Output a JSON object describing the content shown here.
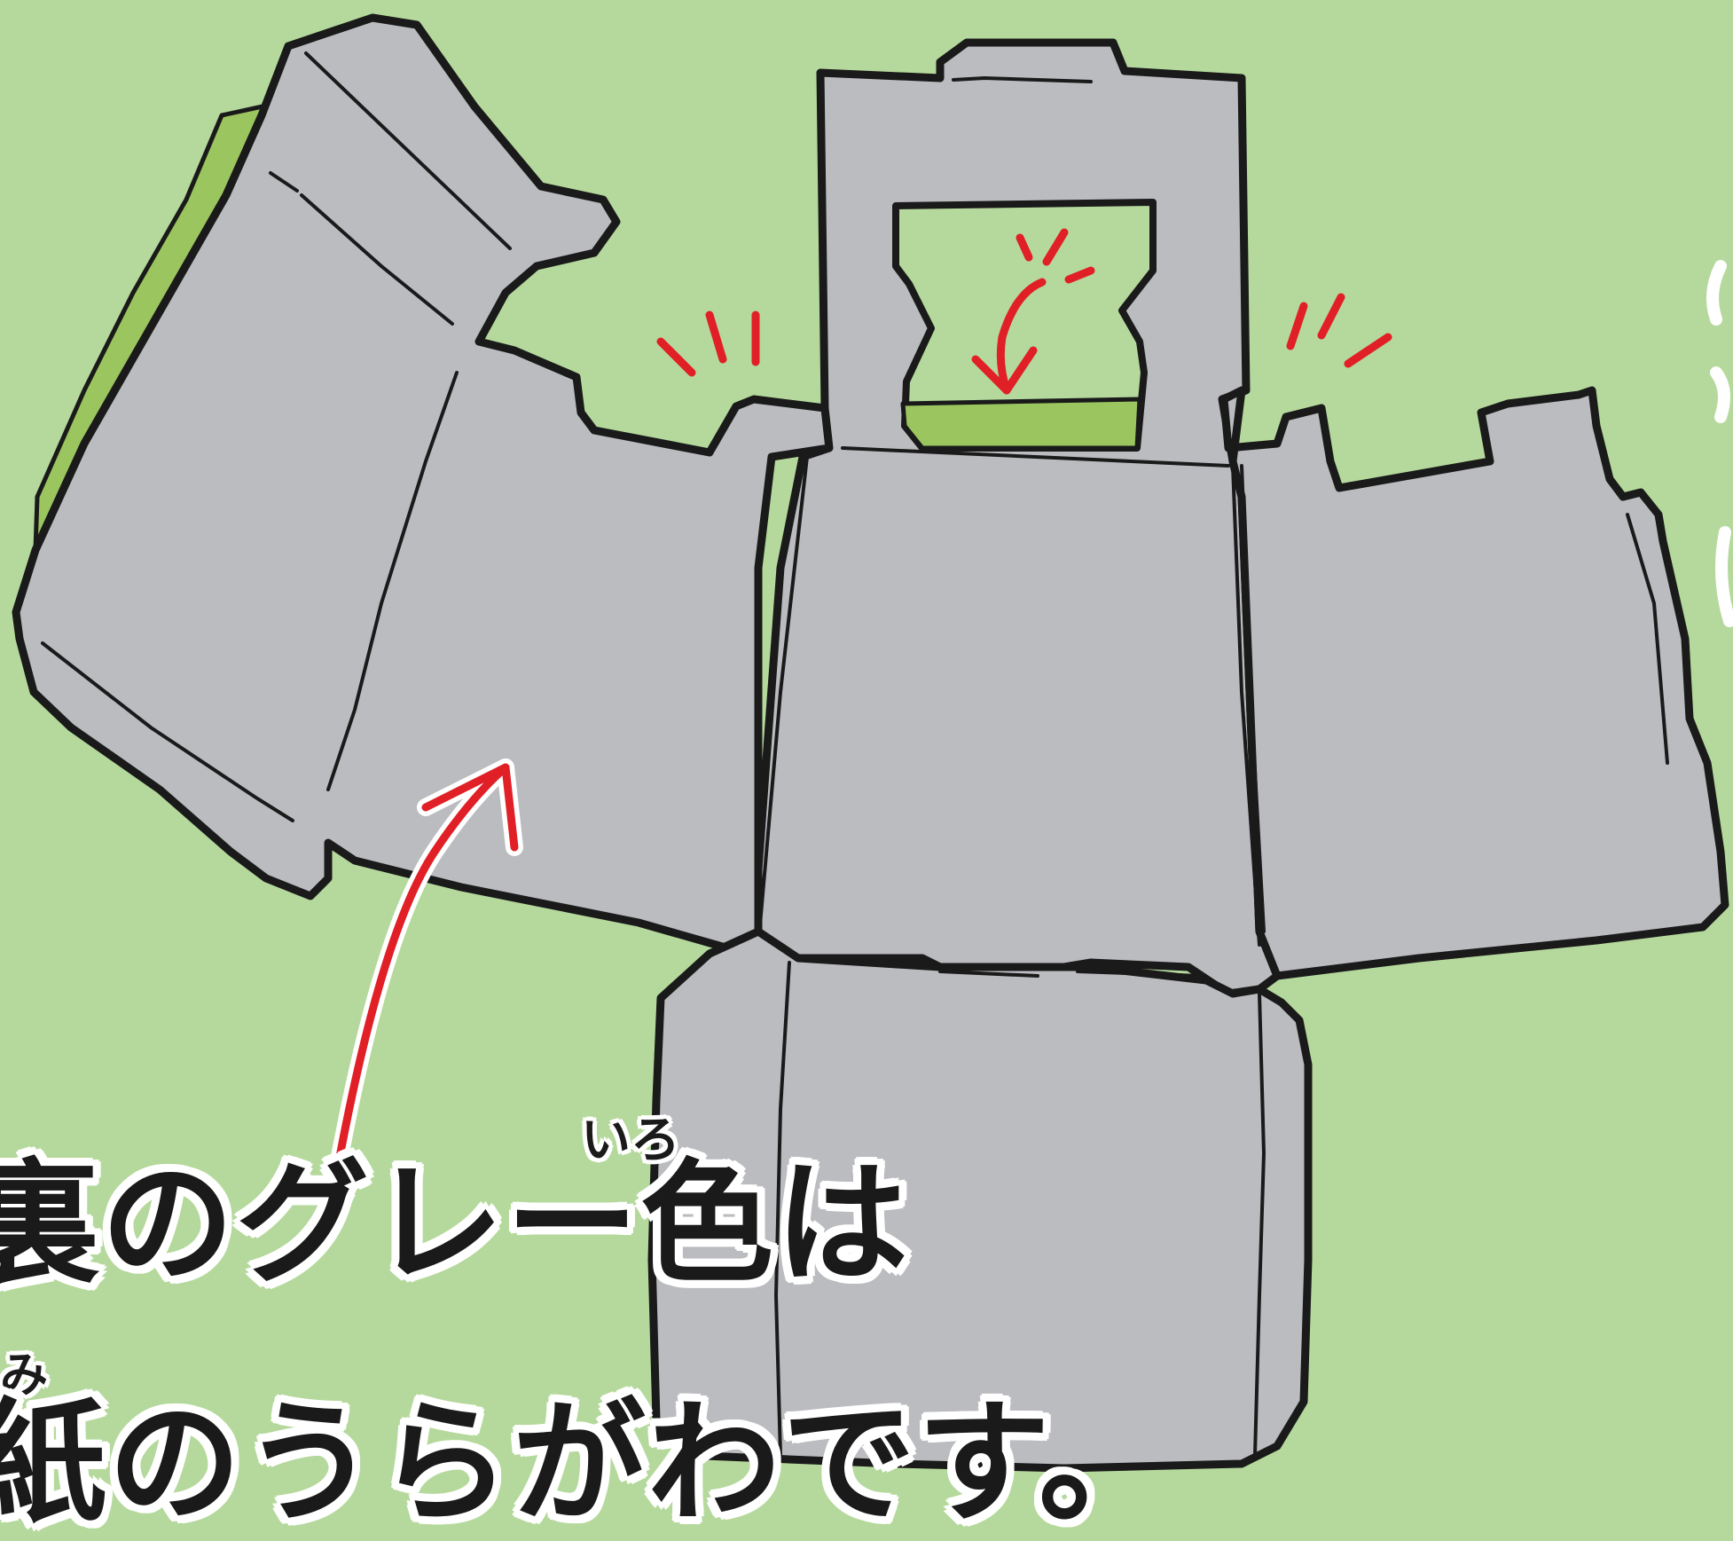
{
  "caption": {
    "line1": "裏のグレー色は",
    "line1_ruby": "いろ",
    "line2": "紙のうらがわです。",
    "line2_ruby": "み"
  },
  "colors": {
    "background": "#b5d99c",
    "panel": "#bbbcc0",
    "outline": "#1a1a1a",
    "inner_green": "#9bc55f",
    "accent_red": "#e01f26"
  },
  "icons": [
    "curved-arrow-icon",
    "emphasis-marks-icon"
  ]
}
